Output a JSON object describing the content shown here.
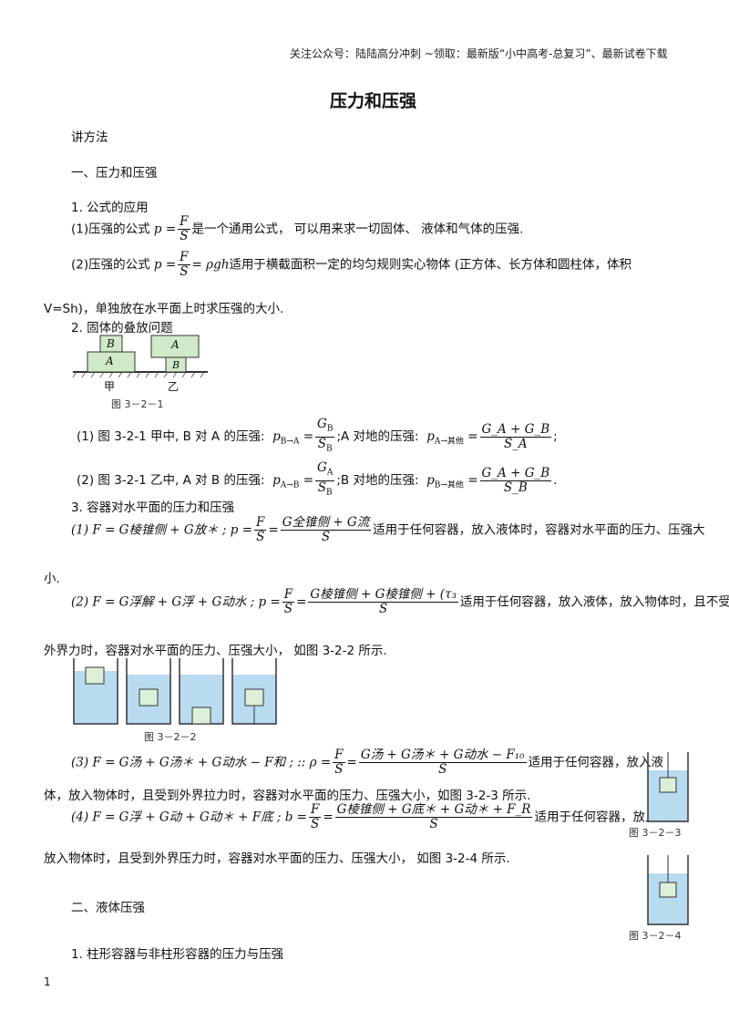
{
  "header": {
    "note": "关注公众号：陆陆高分冲刺  ~领取：最新版“小中高考-总复习”、最新试卷下载"
  },
  "title": "压力和压强",
  "sections": {
    "method": "讲方法",
    "s1": "一、压力和压强",
    "s1_1": "1. 公式的应用",
    "p1_pre": "(1)压强的公式",
    "p1_post": "是一个通用公式， 可以用来求一切固体、 液体和气体的压强.",
    "p2_pre": "(2)压强的公式",
    "p2_post": "适用于横截面积一定的均匀规则实心物体 (正方体、长方体和圆柱体，体积",
    "p2_cont": "V=Sh)，单独放在水平面上时求压强的大小.",
    "s1_2": "2. 固体的叠放问题",
    "q1_pre": "(1) 图 3-2-1 甲中, B 对 A 的压强:",
    "q1_mid": "A  对地的压强:",
    "q2_pre": "(2) 图 3-2-1 乙中, A 对 B 的压强:",
    "q2_mid": "B  对地的压强:",
    "s1_3": "3. 容器对水平面的压力和压强",
    "f1_post": "适用于任何容器，放入液体时，容器对水平面的压力、压强大",
    "f1_cont": "小.",
    "f2_post": "适用于任何容器，放入液体，放入物体时，且不受",
    "f2_cont": "外界力时，容器对水平面的压力、压强大小，  如图 3-2-2 所示.",
    "f3_post": "适用于任何容器，放入液",
    "f3_cont": "体，放入物体时，且受到外界拉力时，容器对水平面的压力、压强大小，如图 3-2-3 所示.",
    "f4_post": "适用于任何容器，放入液体，",
    "f4_cont": "放入物体时，且受到外界压力时，容器对水平面的压力、压强大小，  如图 3-2-4 所示.",
    "s2": "二、液体压强",
    "s2_1": "1. 柱形容器与非柱形容器的压力与压强"
  },
  "formulas": {
    "p_eq": "p =",
    "F": "F",
    "S": "S",
    "rhogh": "= ρgh",
    "q1_lhs": "p",
    "q1_lhs_sub": "B→A",
    "q1_num": "G",
    "q1_num_sub": "B",
    "q1_den": "S",
    "q1_den_sub": "B",
    "q1_rhs": "p",
    "q1_rhs_sub": "A→其他",
    "q1_rnum": "G_A + G_B",
    "q1_rden": "S_A",
    "q2_lhs": "p",
    "q2_lhs_sub": "A→B",
    "q2_num_sub": "A",
    "q2_den_sub": "B",
    "q2_rhs_sub": "B→其他",
    "q2_rnum": "G_A + G_B",
    "q2_rden": "S_B",
    "f1_lhs": "(1) F = G棱锥侧 + G放＊ ; p =",
    "f1_num": "G全锥侧 + G流",
    "f2_lhs": "(2) F = G浮解 + G浮 + G动水 ; p =",
    "f2_num": "G棱锥侧 + G棱锥侧 + (τ₃",
    "f3_lhs": "(3) F = G汤 + G汤＊ + G动水 − F和 ; :: ρ =",
    "f3_num": "G汤 + G汤＊ + G动水 − F₁₀",
    "f4_lhs": "(4) F = G浮 + G动 + G动＊ + F底 ; b =",
    "f4_num": "G棱锥侧 + G底＊ + G动＊ + F_R"
  },
  "figures": {
    "f321": {
      "caption": "图 3－2－1",
      "jia": "甲",
      "yi": "乙",
      "B": "B",
      "A": "A"
    },
    "f322": {
      "caption": "图 3－2－2"
    },
    "f323": {
      "caption": "图 3－2－3"
    },
    "f324": {
      "caption": "图 3－2－4"
    },
    "water_color": "#b9dbf0",
    "block_color": "#dcefd9",
    "box_color": "#cfe9c9"
  },
  "footer": {
    "page_number": "1"
  }
}
